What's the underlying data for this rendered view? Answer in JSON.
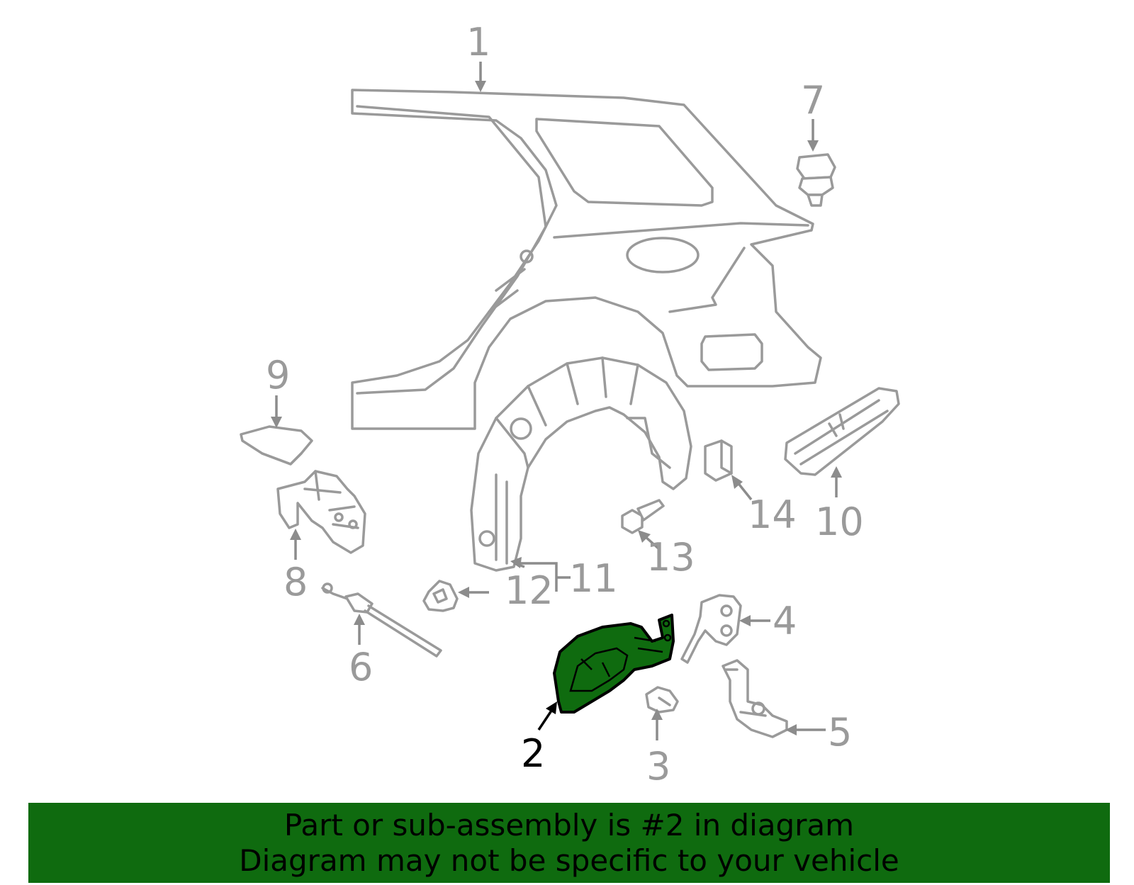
{
  "callouts": {
    "c1": "1",
    "c2": "2",
    "c3": "3",
    "c4": "4",
    "c5": "5",
    "c6": "6",
    "c7": "7",
    "c8": "8",
    "c9": "9",
    "c10": "10",
    "c11": "11",
    "c12": "12",
    "c13": "13",
    "c14": "14"
  },
  "highlight": {
    "part_number": "2",
    "color": "#0f6b0f"
  },
  "banner": {
    "line1": "Part or sub-assembly is #2 in diagram",
    "line2": "Diagram may not be specific to your vehicle"
  }
}
